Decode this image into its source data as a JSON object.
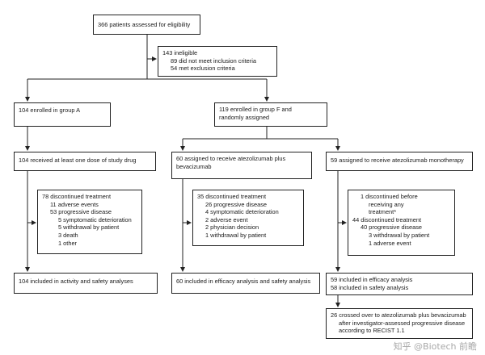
{
  "assessed": "366 patients assessed for eligibility",
  "ineligible": {
    "title": "143 ineligible",
    "items": [
      "89 did not meet inclusion criteria",
      "54 met exclusion criteria"
    ]
  },
  "group_a": {
    "enrolled": "104 enrolled in group A",
    "received": "104 received at least one dose of study drug",
    "discontinued": {
      "title": "78 discontinued treatment",
      "items": [
        "11 adverse events",
        "53 progressive disease",
        "5 symptomatic deterioration",
        "5 withdrawal by patient",
        "3 death",
        "1 other"
      ]
    },
    "analysis": "104 included in activity and safety analyses"
  },
  "group_f": {
    "enrolled_line1": "119 enrolled in group F and",
    "enrolled_line2": "randomly assigned"
  },
  "combo": {
    "assigned_line1": "60 assigned to receive atezolizumab plus",
    "assigned_line2": "bevacizumab",
    "discontinued": {
      "title": "35 discontinued treatment",
      "items": [
        "26 progressive disease",
        "4 symptomatic deterioration",
        "2 adverse event",
        "2 physician decision",
        "1 withdrawal by patient"
      ]
    },
    "analysis": "60 included in efficacy analysis and safety analysis"
  },
  "mono": {
    "assigned": "59 assigned to receive atezolizumab monotherapy",
    "discontinued": {
      "line1": "1 discontinued before",
      "line2": "receiving any",
      "line3": "treatment*",
      "title2": "44 discontinued treatment",
      "items": [
        "40 progressive disease",
        "3 withdrawal by patient",
        "1 adverse event"
      ]
    },
    "analysis_line1": "59 included in efficacy analysis",
    "analysis_line2": "58 included in safety analysis",
    "crossover_line1": "26 crossed over to atezolizumab plus bevacizumab",
    "crossover_line2": "after investigator-assessed progressive disease",
    "crossover_line3": "according to RECIST 1.1"
  },
  "watermark": "知乎 @Biotech 前瞻"
}
